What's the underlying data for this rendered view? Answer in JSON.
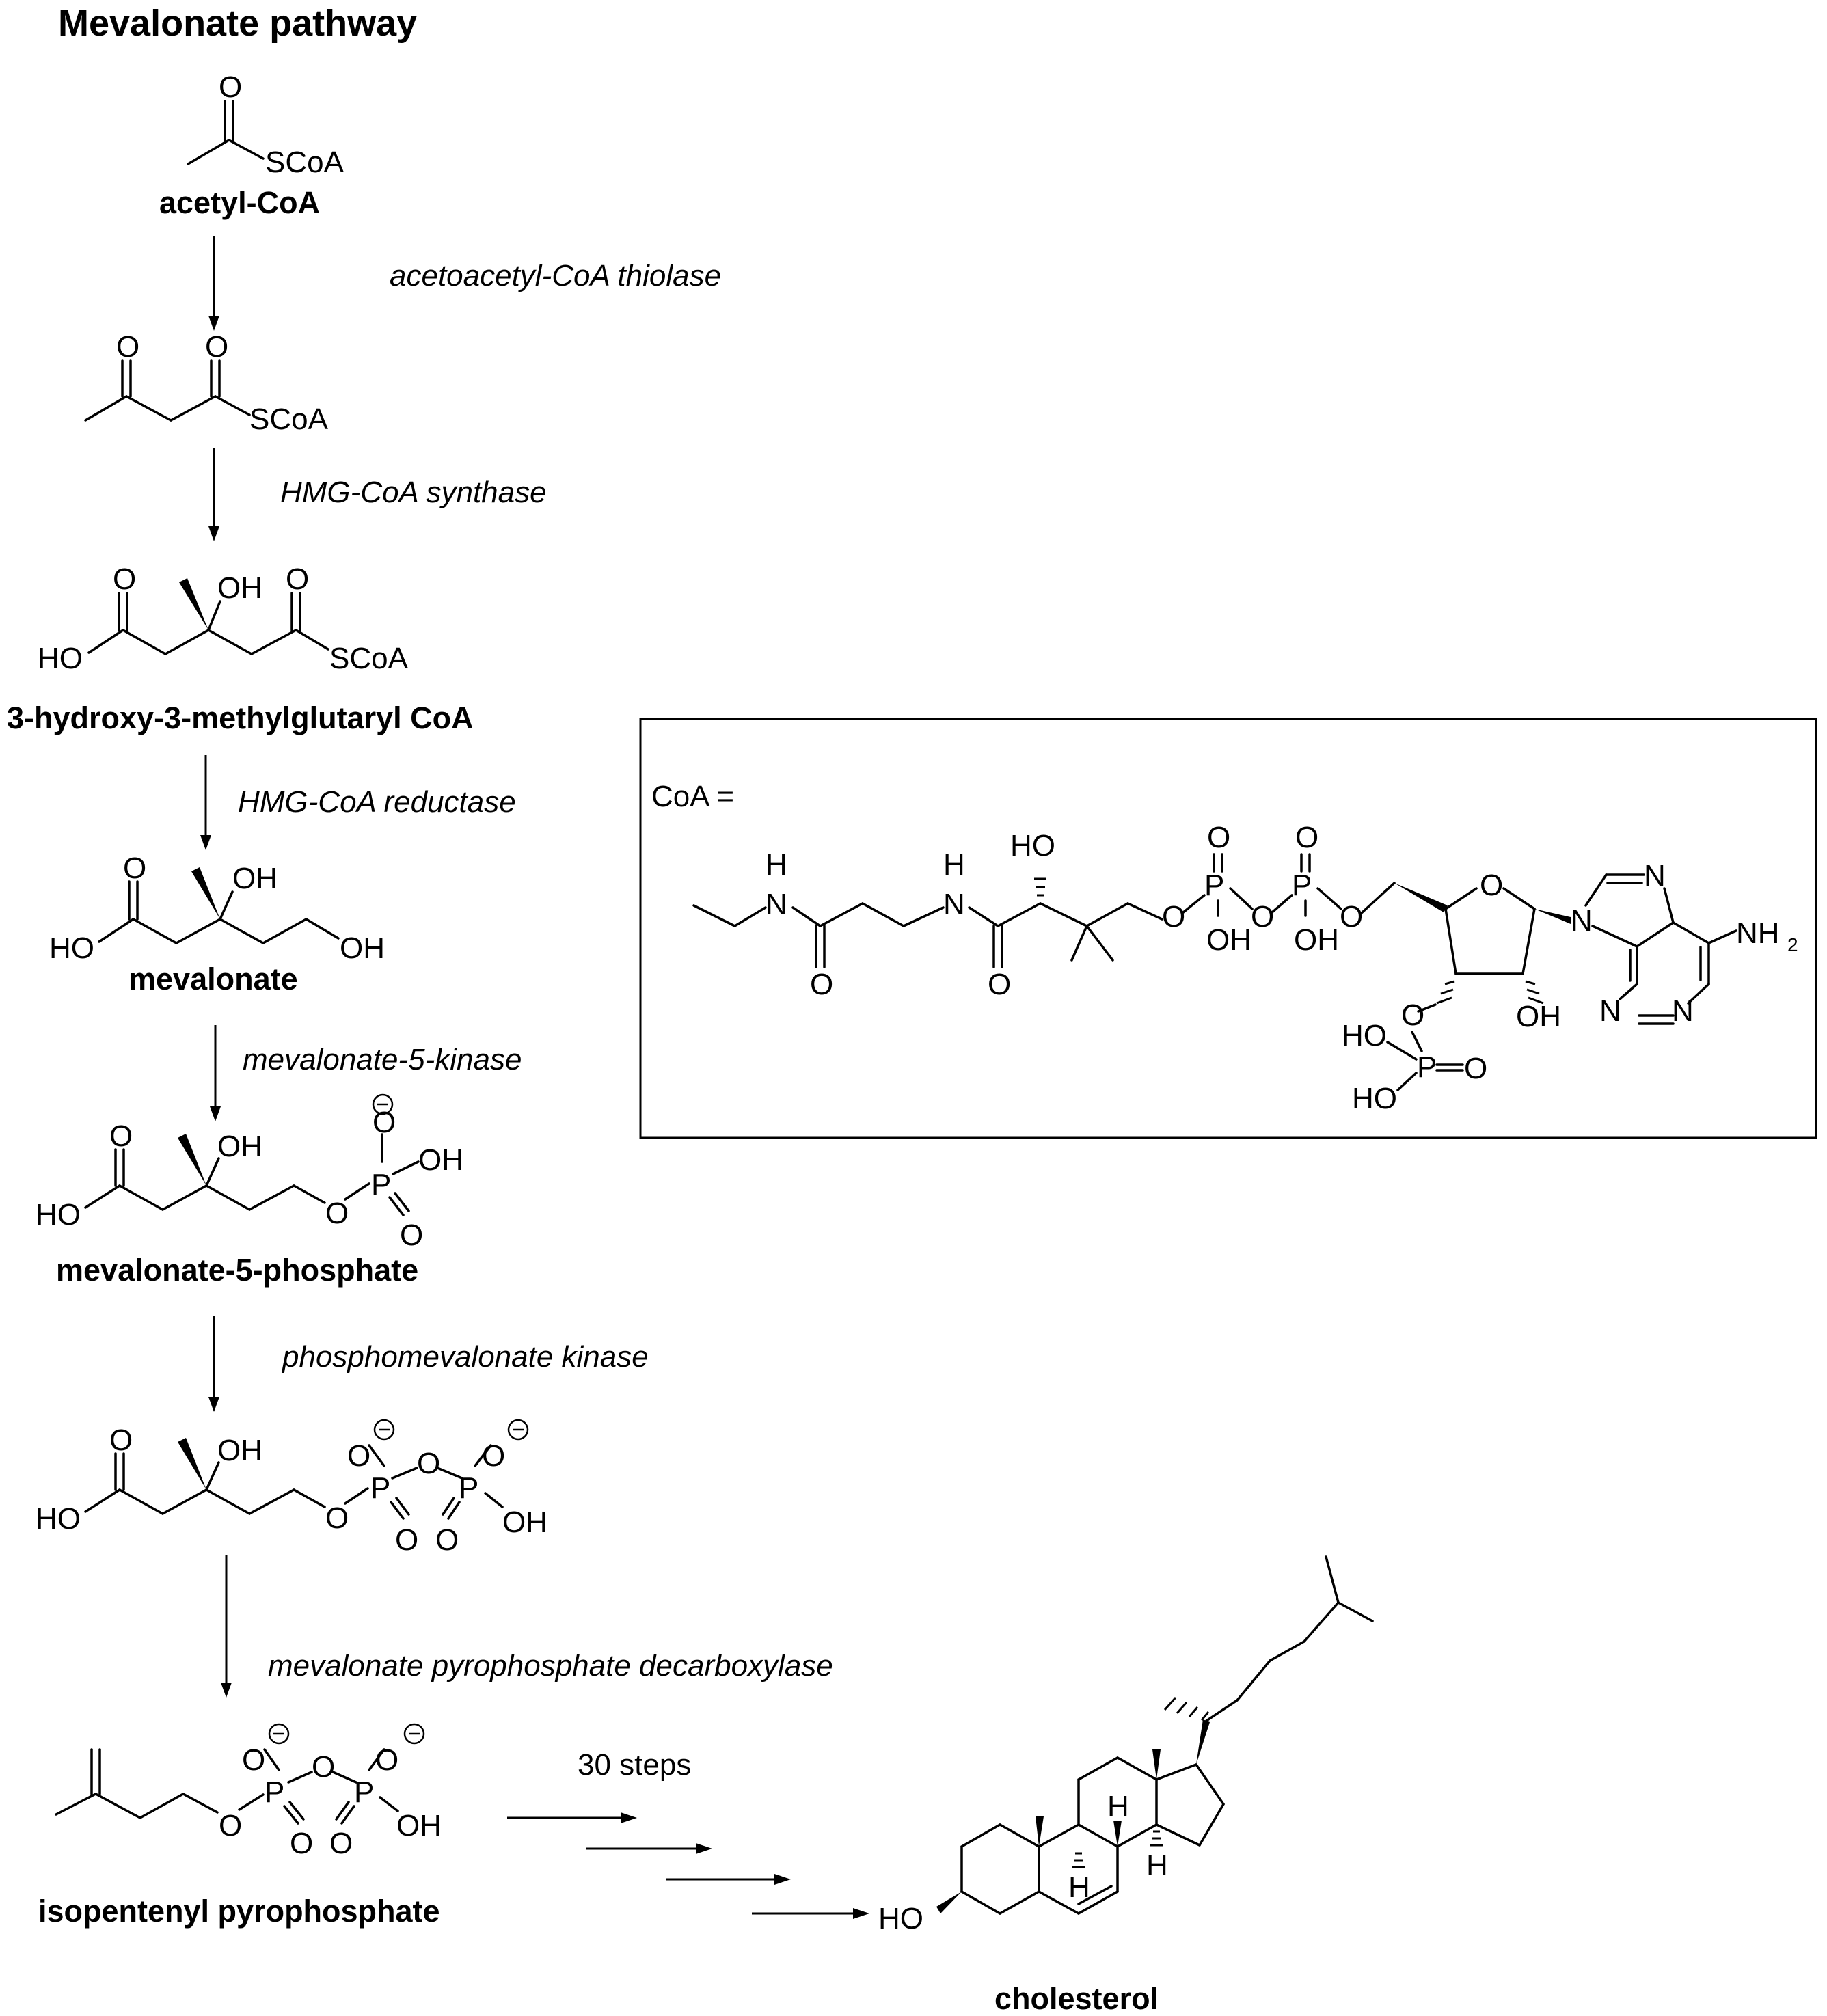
{
  "title": "Mevalonate pathway",
  "compounds": {
    "acetyl_coa": "acetyl-CoA",
    "hmg_coa": "3-hydroxy-3-methylglutaryl CoA",
    "mevalonate": "mevalonate",
    "mevalonate_5_phosphate": "mevalonate-5-phosphate",
    "isopentenyl_pyrophosphate": "isopentenyl pyrophosphate",
    "cholesterol": "cholesterol"
  },
  "enzymes": {
    "step1": "acetoacetyl-CoA thiolase",
    "step2": "HMG-CoA synthase",
    "step3": "HMG-CoA reductase",
    "step4": "mevalonate-5-kinase",
    "step5": "phosphomevalonate kinase",
    "step6": "mevalonate pyrophosphate decarboxylase"
  },
  "final_step_label": "30 steps",
  "inset": {
    "label": "CoA ="
  },
  "atom_labels": {
    "O": "O",
    "OH": "OH",
    "HO": "HO",
    "SCoA": "SCoA",
    "P": "P",
    "N": "N",
    "H": "H",
    "NH": "NH",
    "sub2": "2"
  }
}
